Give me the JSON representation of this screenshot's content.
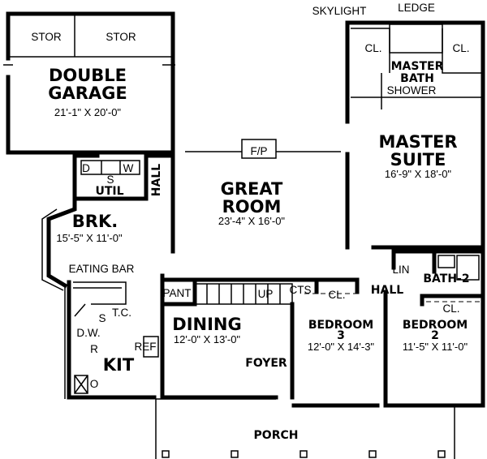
{
  "rooms": {
    "stor1": "STOR",
    "stor2": "STOR",
    "garage_line1": "DOUBLE",
    "garage_line2": "GARAGE",
    "garage_dims": "21'-1\" X 20'-0\"",
    "skylight": "SKYLIGHT",
    "ledge": "LEDGE",
    "master_cl1": "CL.",
    "master_cl2": "CL.",
    "master_bath_line1": "MASTER",
    "master_bath_line2": "BATH",
    "shower": "SHOWER",
    "master_suite_line1": "MASTER",
    "master_suite_line2": "SUITE",
    "master_suite_dims": "16'-9\" X 18'-0\"",
    "fireplace": "F/P",
    "great_room_line1": "GREAT",
    "great_room_line2": "ROOM",
    "great_room_dims": "23'-4\" X 16'-0\"",
    "util_d": "D",
    "util_w": "W",
    "util_s": "S",
    "util": "UTIL",
    "hall_vertical": "HALL",
    "brk": "BRK.",
    "brk_dims": "15'-5\" X 11'-0\"",
    "eating_bar": "EATING BAR",
    "tc": "T.C.",
    "sink": "S",
    "dw": "D.W.",
    "range": "R",
    "ref": "REF",
    "kit": "KIT",
    "oven": "O",
    "pant": "PANT",
    "up": "UP",
    "dining": "DINING",
    "dining_dims": "12'-0\" X 13'-0\"",
    "foyer": "FOYER",
    "cts": "CTS",
    "bed3_cl": "CL.",
    "hall": "HALL",
    "lin": "LIN",
    "bath2": "BATH-2",
    "bed2_cl": "CL.",
    "bedroom3_line1": "BEDROOM",
    "bedroom3_line2": "3",
    "bedroom3_dims": "12'-0\" X 14'-3\"",
    "bedroom2_line1": "BEDROOM",
    "bedroom2_line2": "2",
    "bedroom2_dims": "11'-5\" X 11'-0\"",
    "porch": "PORCH"
  }
}
